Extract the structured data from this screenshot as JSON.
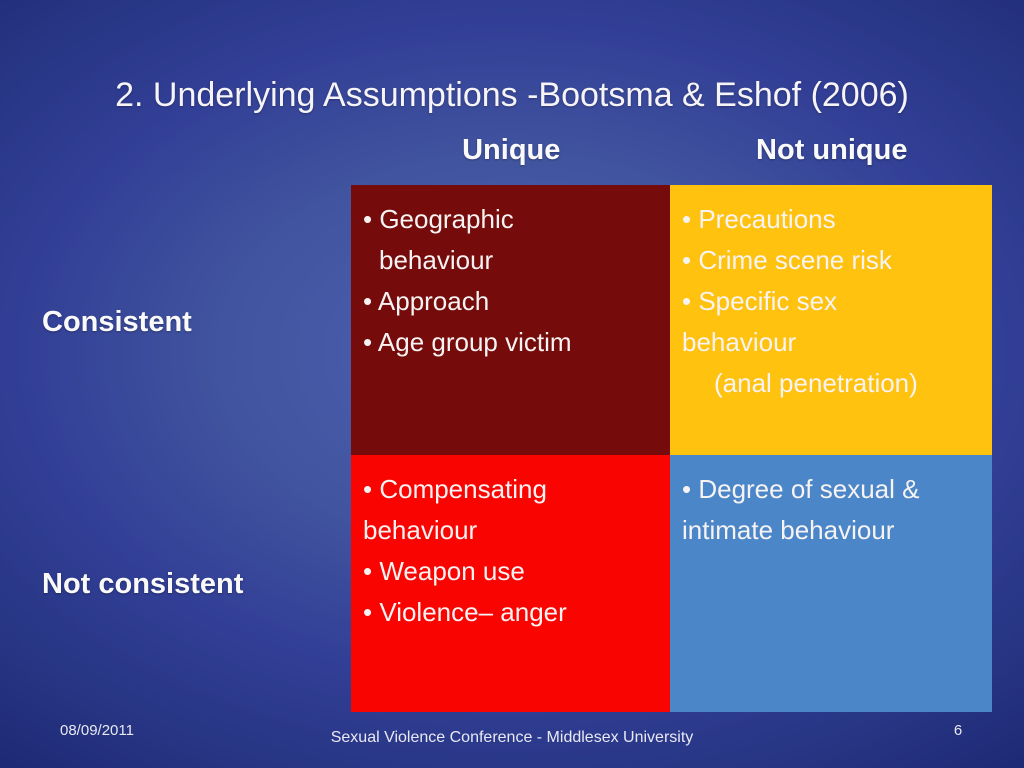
{
  "slide": {
    "title": "2. Underlying Assumptions -Bootsma & Eshof (2006)",
    "matrix": {
      "col_headers": [
        "Unique",
        "Not unique"
      ],
      "row_headers": [
        "Consistent",
        "Not consistent"
      ],
      "cells": [
        {
          "row": "Consistent",
          "col": "Unique",
          "color": "#750b0b",
          "items": [
            "Geographic behaviour",
            "Approach",
            "Age group victim"
          ],
          "lines": [
            {
              "t": "• Geographic",
              "ind": 0
            },
            {
              "t": "behaviour",
              "ind": 1
            },
            {
              "t": "• Approach",
              "ind": 0
            },
            {
              "t": "• Age group victim",
              "ind": 0
            }
          ]
        },
        {
          "row": "Consistent",
          "col": "Not unique",
          "color": "#ffc20e",
          "items": [
            "Precautions",
            "Crime scene risk",
            "Specific sex behaviour (anal penetration)"
          ],
          "lines": [
            {
              "t": "• Precautions",
              "ind": 0
            },
            {
              "t": "• Crime scene risk",
              "ind": 0
            },
            {
              "t": "• Specific sex",
              "ind": 0
            },
            {
              "t": "behaviour",
              "ind": 0
            },
            {
              "t": "(anal penetration)",
              "ind": 2
            }
          ]
        },
        {
          "row": "Not consistent",
          "col": "Unique",
          "color": "#f90400",
          "items": [
            "Compensating behaviour",
            "Weapon use",
            "Violence– anger"
          ],
          "lines": [
            {
              "t": "• Compensating",
              "ind": 0
            },
            {
              "t": "behaviour",
              "ind": 0
            },
            {
              "t": "• Weapon use",
              "ind": 0
            },
            {
              "t": "• Violence– anger",
              "ind": 0
            }
          ]
        },
        {
          "row": "Not consistent",
          "col": "Not unique",
          "color": "#4a86c8",
          "items": [
            "Degree of sexual & intimate behaviour"
          ],
          "lines": [
            {
              "t": "• Degree of sexual &",
              "ind": 0
            },
            {
              "t": "intimate behaviour",
              "ind": 0
            }
          ]
        }
      ]
    },
    "footer": {
      "date": "08/09/2011",
      "center": "Sexual Violence Conference - Middlesex University",
      "page": "6"
    },
    "colors": {
      "background_center": "#4d61b2",
      "background_edge": "#141d5e",
      "quadrant_consistent_unique": "#750b0b",
      "quadrant_consistent_notunique": "#ffc20e",
      "quadrant_notconsistent_unique": "#f90400",
      "quadrant_notconsistent_notunique": "#4a86c8",
      "text": "#ffffff"
    }
  }
}
